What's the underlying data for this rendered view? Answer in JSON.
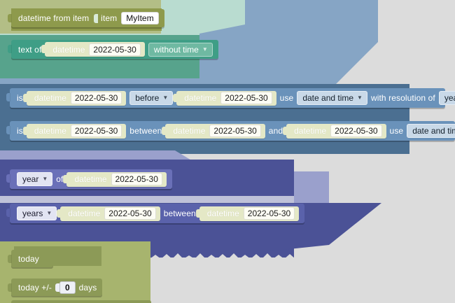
{
  "palette": {
    "background": "#dcdcdc",
    "olive": "#8e9a4c",
    "teal": "#3f9e86",
    "blue": "#6a92ba",
    "blue_dark": "#4b6f91",
    "purple": "#6a70b8",
    "purple_dark": "#4b5296",
    "green": "#8c9a57",
    "value_block": "#e4e8c6",
    "field_bg": "#fdfdf4"
  },
  "blocks": [
    {
      "id": "datetime-from-item",
      "category": "olive",
      "label": "datetime from item",
      "socket_label": "item",
      "value": "MyItem"
    },
    {
      "id": "text-of-datetime",
      "category": "teal",
      "label": "text of",
      "nested_label": "datetime",
      "nested_value": "2022-05-30",
      "dropdown": "without time"
    },
    {
      "id": "is-before",
      "category": "blue",
      "label_is": "is",
      "nested1_label": "datetime",
      "nested1_value": "2022-05-30",
      "dropdown_op": "before",
      "nested2_label": "datetime",
      "nested2_value": "2022-05-30",
      "label_use": "use",
      "dropdown_mode": "date and time",
      "label_resolution": "with resolution of",
      "dropdown_resolution": "years"
    },
    {
      "id": "is-between",
      "category": "blue",
      "label_is": "is",
      "nested1_label": "datetime",
      "nested1_value": "2022-05-30",
      "label_between": "between",
      "nested2_label": "datetime",
      "nested2_value": "2022-05-30",
      "label_and": "and",
      "nested3_label": "datetime",
      "nested3_value": "2022-05-30",
      "label_use": "use",
      "dropdown_mode": "date and time"
    },
    {
      "id": "year-of",
      "category": "purple",
      "dropdown_unit": "year",
      "label_of": "of",
      "nested_label": "datetime",
      "nested_value": "2022-05-30"
    },
    {
      "id": "years-between",
      "category": "purple",
      "dropdown_unit": "years",
      "nested1_label": "datetime",
      "nested1_value": "2022-05-30",
      "label_between": "between",
      "nested2_label": "datetime",
      "nested2_value": "2022-05-30"
    },
    {
      "id": "today",
      "category": "green",
      "label": "today"
    },
    {
      "id": "today-plus-minus-days",
      "category": "green",
      "label_prefix": "today +/-",
      "value": "0",
      "label_suffix": "days"
    }
  ],
  "icons": {
    "dropdown_caret": "chevron-down-icon"
  }
}
